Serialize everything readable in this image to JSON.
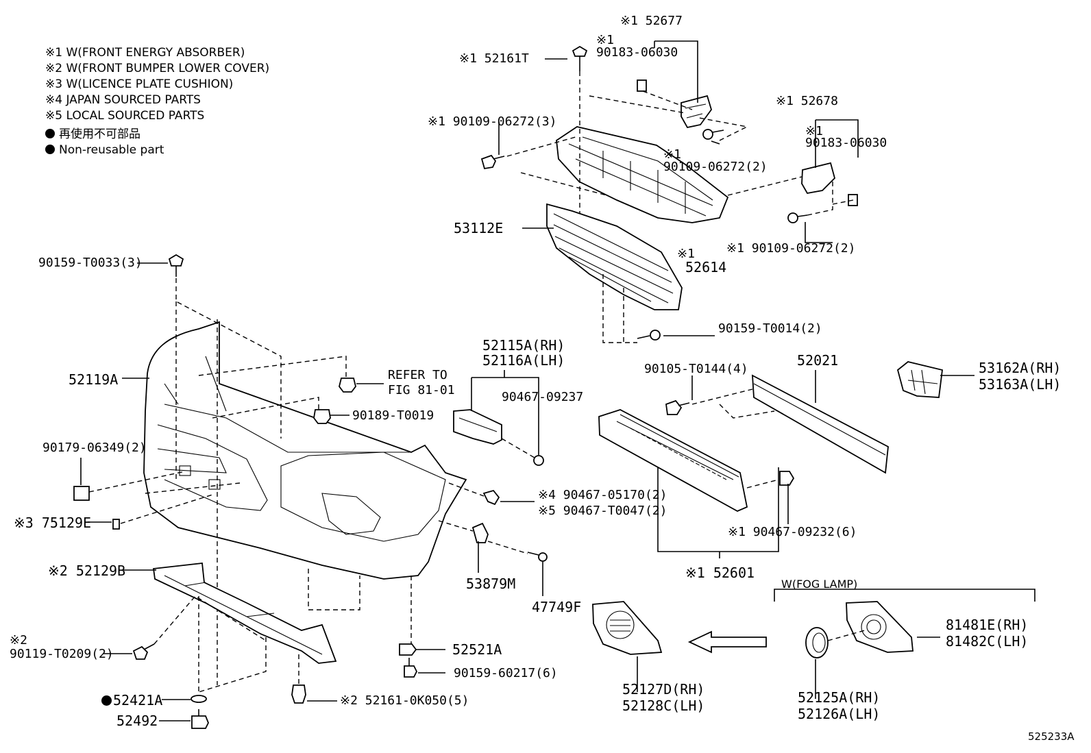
{
  "notes": [
    "※1 W(FRONT ENERGY ABSORBER)",
    "※2 W(FRONT BUMPER LOWER COVER)",
    "※3 W(LICENCE PLATE CUSHION)",
    "※4 JAPAN SOURCED PARTS",
    "※5 LOCAL SOURCED PARTS"
  ],
  "legend": {
    "japanese": "再使用不可部品",
    "english": "Non-reusable part"
  },
  "labels": {
    "p52677": "※1 52677",
    "p90183a_mark": "※1",
    "p90183a": "90183-06030",
    "p52161T": "※1 52161T",
    "p90109a": "※1 90109-06272(3)",
    "p90109b_mark": "※1",
    "p90109b": "90109-06272(2)",
    "p52678": "※1 52678",
    "p90183b_mark": "※1",
    "p90183b": "90183-06030",
    "p53112E": "53112E",
    "p52614_mark": "※1",
    "p52614": "52614",
    "p90109c": "※1 90109-06272(2)",
    "p90159T0033": "90159-T0033(3)",
    "p90159T0014": "90159-T0014(2)",
    "p52115A": "52115A(RH)",
    "p52116A": "52116A(LH)",
    "p90467_09237": "90467-09237",
    "p52021": "52021",
    "p90105": "90105-T0144(4)",
    "p53162A": "53162A(RH)",
    "p53163A": "53163A(LH)",
    "p52119A": "52119A",
    "refer1": "REFER TO",
    "refer2": "FIG 81-01",
    "p90189": "90189-T0019",
    "p90179": "90179-06349(2)",
    "p90467_05170": "※4 90467-05170(2)",
    "p90467_T0047": "※5 90467-T0047(2)",
    "p90467_09232": "※1 90467-09232(6)",
    "p75129E": "※3 75129E",
    "p52601": "※1 52601",
    "p52129B": "※2 52129B",
    "p53879M": "53879M",
    "p47749F": "47749F",
    "fog_title": "W(FOG LAMP)",
    "p90119_mark": "※2",
    "p90119": "90119-T0209(2)",
    "p52521A": "52521A",
    "p90159_60217": "90159-60217(6)",
    "p81481E": "81481E(RH)",
    "p81482C": "81482C(LH)",
    "p52421A": "52421A",
    "p52161_0K050": "※2 52161-0K050(5)",
    "p52492": "52492",
    "p52127D": "52127D(RH)",
    "p52128C": "52128C(LH)",
    "p52125A": "52125A(RH)",
    "p52126A": "52126A(LH)",
    "figure_id": "525233A"
  }
}
